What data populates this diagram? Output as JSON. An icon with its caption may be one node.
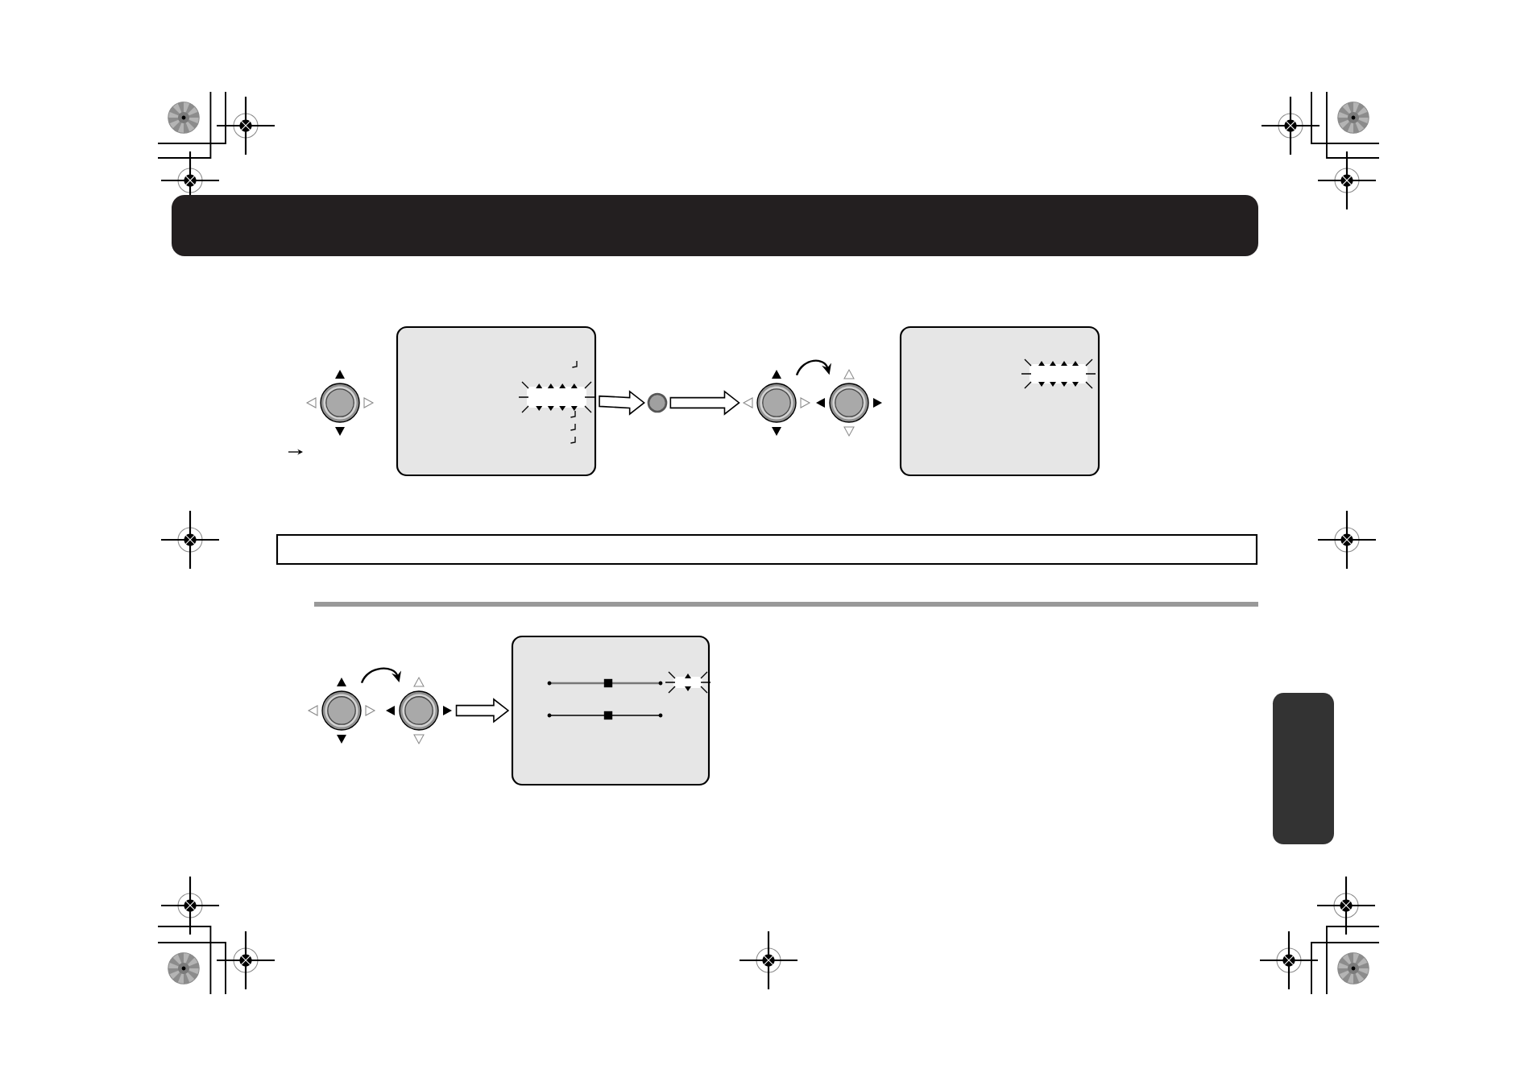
{
  "diagram": {
    "nodes": [
      {
        "text": [],
        "shape": "picture"
      },
      {
        "text": [],
        "shape": "box"
      },
      {
        "text": [],
        "shape": "circle"
      },
      {
        "text": [],
        "shape": "picture"
      },
      {
        "text": [],
        "shape": "picture"
      },
      {
        "text": [],
        "shape": "box"
      },
      {
        "text": [],
        "shape": "box"
      },
      {
        "text": [],
        "shape": "picture"
      },
      {
        "text": [],
        "shape": "picture"
      },
      {
        "text": [],
        "shape": "box"
      },
      {
        "text": [],
        "shape": "box"
      }
    ],
    "edges": [
      {
        "from": 1,
        "to": 2,
        "arrow": "to",
        "style": "thick"
      },
      {
        "from": 2,
        "to": 3,
        "arrow": "to",
        "style": "thick"
      },
      {
        "from": 3,
        "to": 4,
        "arrow": "to"
      },
      {
        "from": 7,
        "to": 8,
        "arrow": "to"
      },
      {
        "from": 8,
        "to": 9,
        "arrow": "to",
        "style": "thick"
      }
    ]
  }
}
